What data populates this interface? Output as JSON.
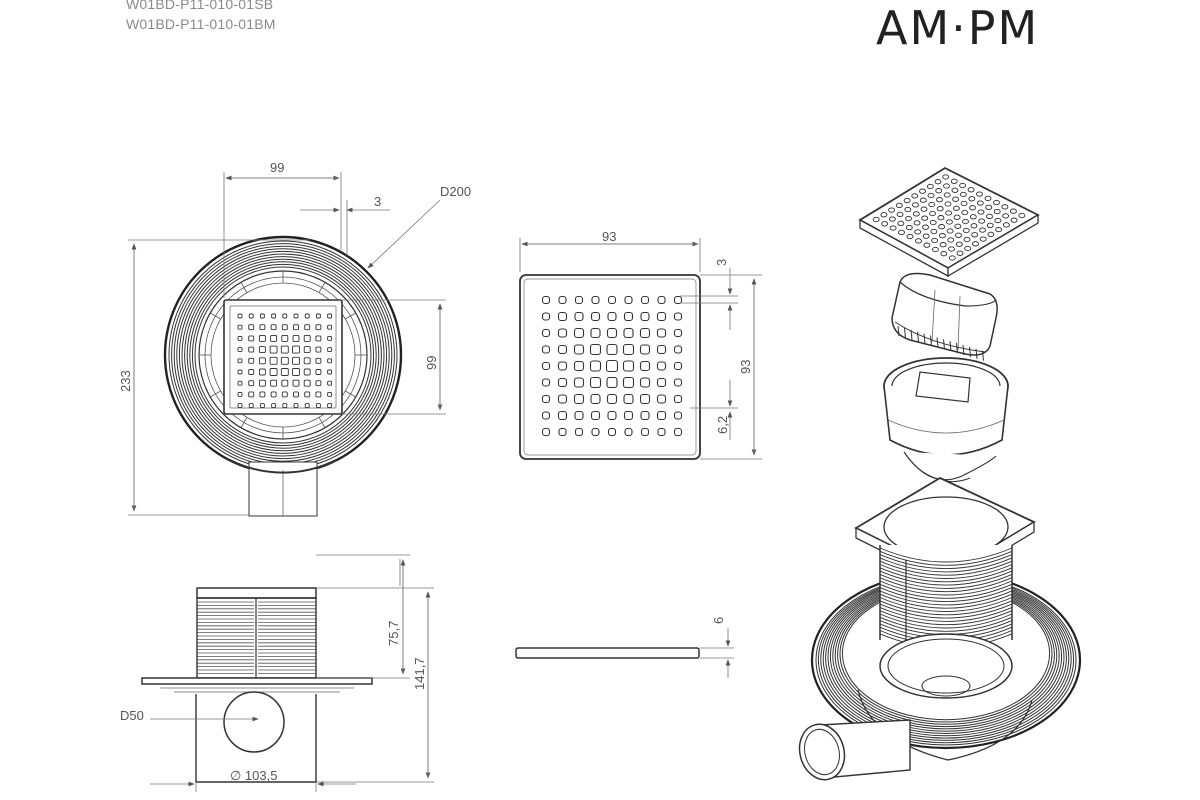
{
  "brand": {
    "logo_text": "AM·PM"
  },
  "product_codes": [
    "W01BD-P11-010-01SB",
    "W01BD-P11-010-01BM"
  ],
  "dimensions": {
    "top_view": {
      "grate_width": "99",
      "offset": "3",
      "flange_diameter": "D200",
      "overall_height": "233",
      "grate_height": "99"
    },
    "grate_view": {
      "width": "93",
      "height": "93",
      "edge": "3",
      "margin": "6,2"
    },
    "side_view": {
      "upper_height": "75,7",
      "total_height": "141,7",
      "outlet": "D50",
      "body_diameter": "∅ 103,5"
    },
    "grate_profile": {
      "thickness": "6"
    }
  }
}
